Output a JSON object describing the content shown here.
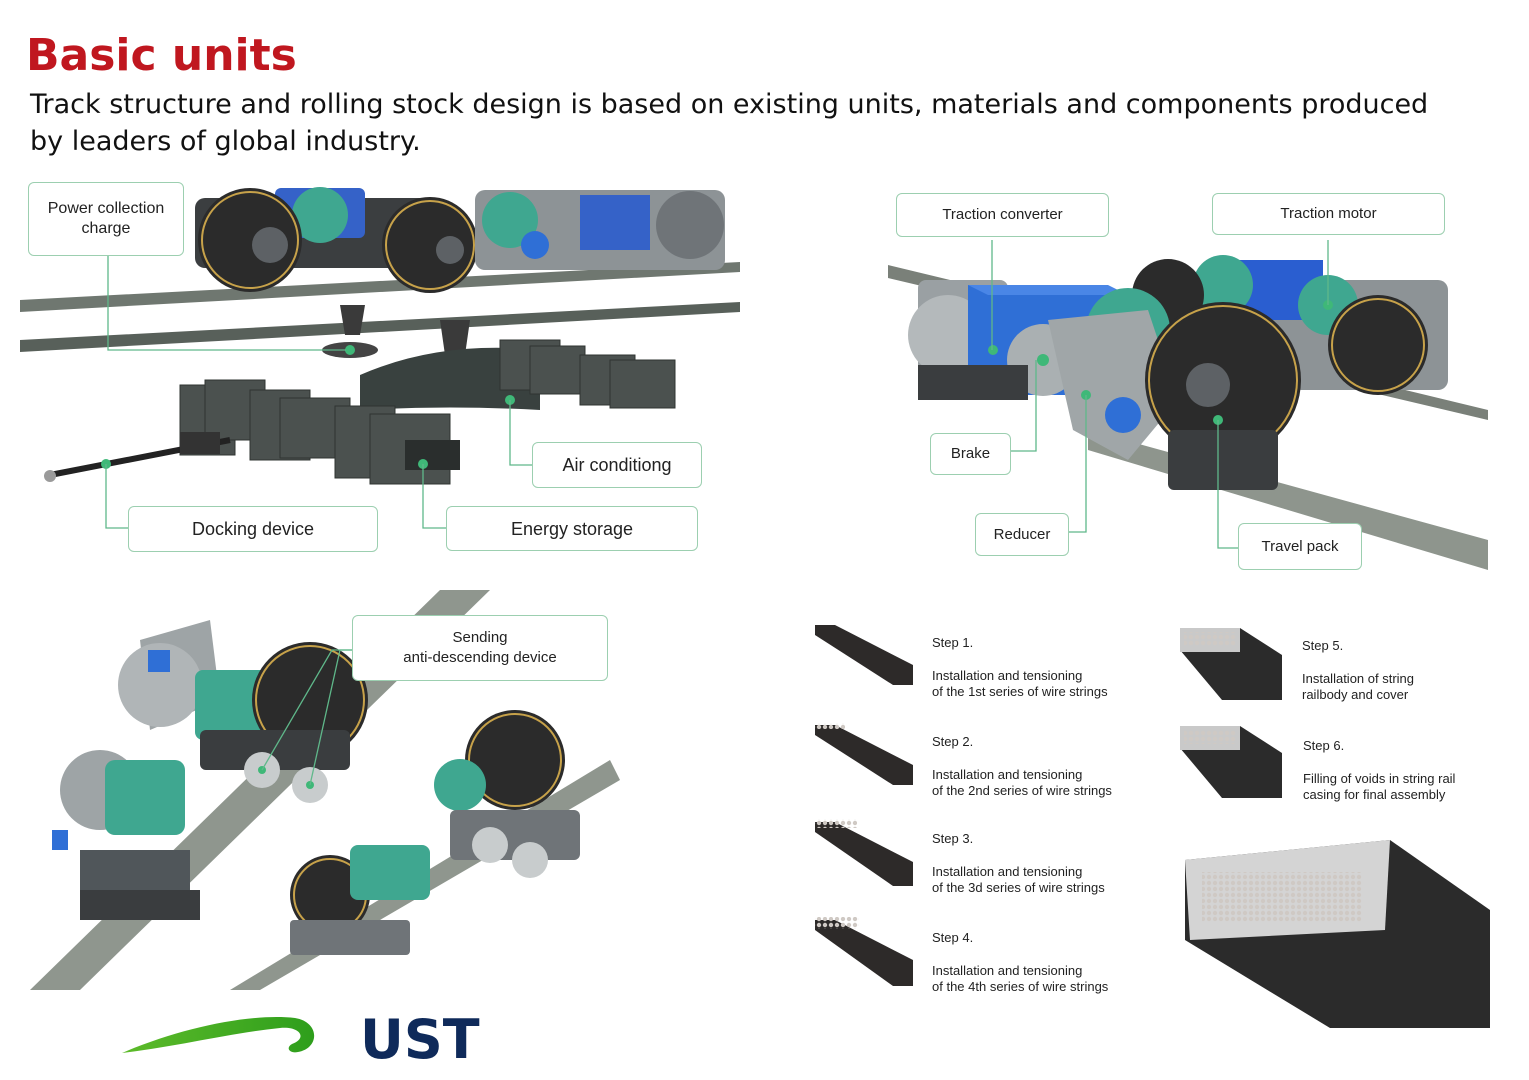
{
  "header": {
    "title": "Basic units",
    "subtitle": "Track structure and rolling stock design is based on existing units, materials and components produced by leaders of global industry."
  },
  "panel_top_left": {
    "power_collection": "Power collection\ncharge",
    "air_conditioning": "Air conditiong",
    "docking_device": "Docking device",
    "energy_storage": "Energy storage"
  },
  "panel_top_right": {
    "traction_converter": "Traction converter",
    "traction_motor": "Traction motor",
    "brake": "Brake",
    "reducer": "Reducer",
    "travel_pack": "Travel pack"
  },
  "panel_bottom_left": {
    "sending_device": "Sending\nanti-descending device"
  },
  "steps": {
    "step1": {
      "title": "Step 1.",
      "text": "Installation and tensioning\nof the 1st series of wire strings"
    },
    "step2": {
      "title": "Step 2.",
      "text": "Installation and tensioning\nof the 2nd series of wire strings"
    },
    "step3": {
      "title": "Step 3.",
      "text": "Installation and tensioning\nof the 3d series of wire strings"
    },
    "step4": {
      "title": "Step 4.",
      "text": "Installation and tensioning\nof the 4th series of wire strings"
    },
    "step5": {
      "title": "Step 5.",
      "text": "Installation of string\nrailbody and cover"
    },
    "step6": {
      "title": "Step 6.",
      "text": "Filling of voids in string rail\ncasing for final assembly"
    }
  },
  "footer": {
    "brand": "UST"
  },
  "colors": {
    "title_red": "#c0171f",
    "brand_navy": "#0f2a5a",
    "callout_border": "#9ccfb0",
    "leader_line": "#5fb88a",
    "motor_teal": "#3fa790",
    "converter_blue": "#2f6fd6"
  }
}
